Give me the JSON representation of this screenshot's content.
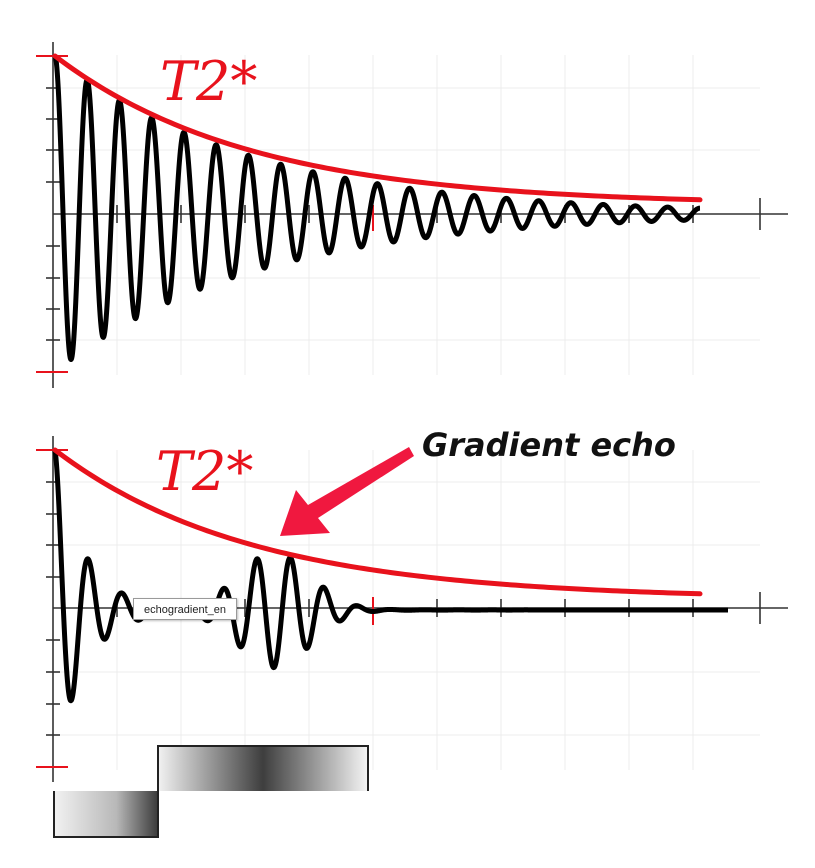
{
  "panel_top": {
    "curve_label": "T2*",
    "envelope_color": "#e8121c",
    "signal_color": "#000000",
    "signal": {
      "cycles": 20,
      "decay_rate": 3.3
    }
  },
  "panel_bottom": {
    "curve_label": "T2*",
    "annotation": "Gradient echo",
    "annotation_arrow_color": "#f0183f",
    "envelope_color": "#e8121c",
    "signal_color": "#000000",
    "fid": {
      "decay_rate": 22
    },
    "echo": {
      "center_fraction": 0.33,
      "width_fraction": 0.075
    }
  },
  "gradient_waveform": {
    "lobes": [
      "negative",
      "positive"
    ],
    "fill": "grayscale-gradient"
  },
  "tooltip": {
    "text": "echogradient_en"
  }
}
